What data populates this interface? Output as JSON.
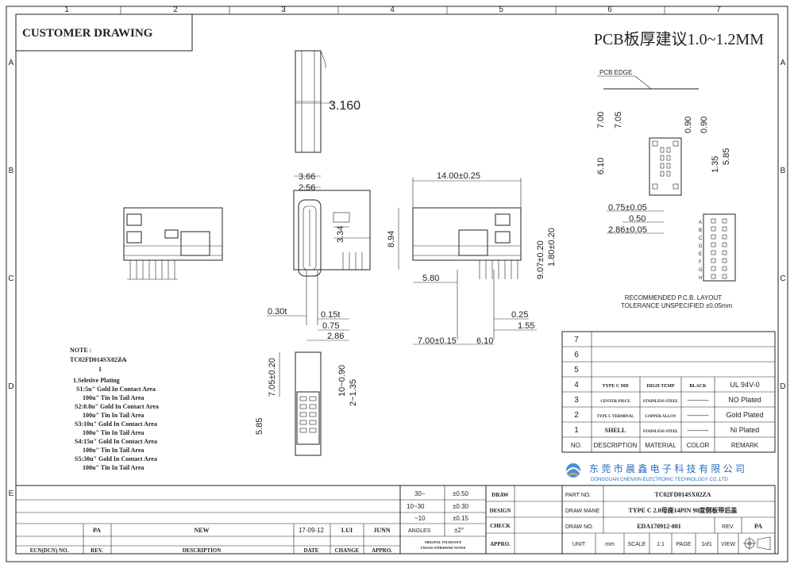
{
  "frame": {
    "columns": [
      "1",
      "2",
      "3",
      "4",
      "5",
      "6",
      "7"
    ],
    "rows": [
      "A",
      "B",
      "C",
      "D",
      "E"
    ]
  },
  "header": {
    "customer_drawing": "CUSTOMER DRAWING",
    "pcb_note": "PCB板厚建议1.0~1.2MM"
  },
  "dims": {
    "top_width": "3.160",
    "side_366": "3.66",
    "side_256": "2.56",
    "side_334": "3.34",
    "side_030t": "0.30t",
    "side_015t": "0.15t",
    "side_075": "0.75",
    "side_286": "2.86",
    "front_width": "14.00±0.25",
    "front_894": "8.94",
    "front_907": "9.07±0.20",
    "front_180": "1.80±0.20",
    "front_580": "5.80",
    "front_025": "0.25",
    "front_155": "1.55",
    "front_700": "7.00±0.15",
    "front_610": "6.10",
    "bot_705": "7.05±0.20",
    "bot_10_090": "10~0.90",
    "bot_2_135": "2~1.35",
    "bot_585": "5.85",
    "pcb_edge": "PCB EDGE",
    "pcb_700": "7.00",
    "pcb_705": "7.05",
    "pcb_090a": "0.90",
    "pcb_090b": "0.90",
    "pcb_610": "6.10",
    "pcb_135": "1.35",
    "pcb_585": "5.85",
    "pcb_075": "0.75±0.05",
    "pcb_050": "0.50",
    "pcb_286": "2.86±0.05",
    "pcb_title": "RECOMMENDED  P.C.B. LAYOUT",
    "pcb_tol": "TOLERANCE  UNSPECIFIED  ±0.05mm"
  },
  "notes": {
    "title": "NOTE :",
    "part": "TC02FD014SX02ZA",
    "item": "1",
    "lines": [
      "1.Seletive Plating",
      "S1:5u\" Gold In Contact Area",
      "100u\" Tin  In Tail Area",
      "S2:0.8u\" Gold In Contact Area",
      "100u\" Tin  In Tail Area",
      "S3:10u\" Gold In Contact Area",
      "100u\" Tin  In Tail Area",
      "S4:15u\" Gold In Contact Area",
      "100u\" Tin  In Tail Area",
      "S5:30u\" Gold In Contact Area",
      "100u\" Tin  In Tail Area"
    ]
  },
  "bom": {
    "empty_rows": [
      "7",
      "6",
      "5"
    ],
    "rows": [
      {
        "no": "4",
        "desc": "TYPE C MD",
        "mat": "HIGH TEMP",
        "color": "BLACK",
        "remark": "UL 94V-0"
      },
      {
        "no": "3",
        "desc": "CENTER PIECE",
        "mat": "STAINLESS STEEL",
        "color": "———",
        "remark": "NO Plated"
      },
      {
        "no": "2",
        "desc": "TYPE C TERMINAL",
        "mat": "COPPER ALLOY",
        "color": "———",
        "remark": "Gold Plated"
      },
      {
        "no": "1",
        "desc": "SHELL",
        "mat": "STAINLESS STEEL",
        "color": "———",
        "remark": "Ni Plated"
      }
    ],
    "headers": {
      "no": "NO.",
      "desc": "DESCRIPTION",
      "mat": "MATERIAL",
      "color": "COLOR",
      "remark": "REMARK"
    }
  },
  "company": {
    "cn": "东 莞 市 晨 鑫 电 子 科 技 有 限 公 司",
    "en": "DONGGUAN CHENXIN ELECTRONIC TECHNOLOGY CO.,LTD"
  },
  "tolerance": {
    "r1a": "30~",
    "r1b": "±0.50",
    "r2a": "10~30",
    "r2b": "±0.30",
    "r3a": "~10",
    "r3b": "±0.15",
    "angles": "ANGLES",
    "angles_v": "±2°",
    "note1": "ORIGINAL TOLERANCE",
    "note2": "UNLESS OTHERWISE NOTED"
  },
  "revision": {
    "row": {
      "ecn": "",
      "rev": "PA",
      "desc": "NEW",
      "date": "17-09-12",
      "change": "LUI",
      "appro": "JUNN"
    },
    "headers": {
      "ecn": "ECN(DCN) NO.",
      "rev": "REV.",
      "desc": "DESCRIPTION",
      "date": "DATE",
      "change": "CHANGE",
      "appro": "APPRO."
    }
  },
  "signoff": {
    "draw": "DRAW",
    "design": "DESIGN",
    "check": "CHECK",
    "appro": "APPRO."
  },
  "title_block": {
    "part_no_label": "PART NO.",
    "part_no": "TC02FD014SX02ZA",
    "draw_name_label": "DRAW MANE",
    "draw_name": "TYPE C 2.0母座14PIN 90度侧板带后盖",
    "draw_no_label": "DRAW NO.",
    "draw_no": "EDA170912-001",
    "rev_label": "REV.",
    "rev": "PA",
    "unit_label": "UNIT",
    "unit": "mm",
    "scale_label": "SCALE",
    "scale": "1:1",
    "page_label": "PAGE",
    "page": "1of1",
    "view_label": "VIEW"
  },
  "pcb_pins": [
    "A",
    "B",
    "C",
    "D",
    "E",
    "F",
    "G",
    "H"
  ]
}
